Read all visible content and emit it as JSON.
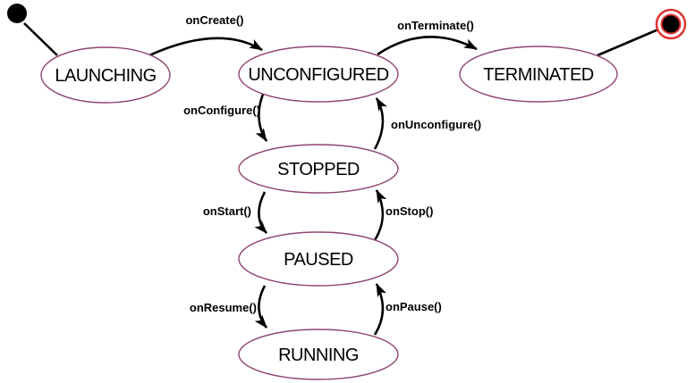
{
  "diagram": {
    "type": "state-machine",
    "states": [
      {
        "id": "launching",
        "label": "LAUNCHING"
      },
      {
        "id": "unconfigured",
        "label": "UNCONFIGURED"
      },
      {
        "id": "terminated",
        "label": "TERMINATED"
      },
      {
        "id": "stopped",
        "label": "STOPPED"
      },
      {
        "id": "paused",
        "label": "PAUSED"
      },
      {
        "id": "running",
        "label": "RUNNING"
      }
    ],
    "transitions": [
      {
        "from": "initial",
        "to": "launching",
        "label": ""
      },
      {
        "from": "launching",
        "to": "unconfigured",
        "label": "onCreate()"
      },
      {
        "from": "unconfigured",
        "to": "terminated",
        "label": "onTerminate()"
      },
      {
        "from": "terminated",
        "to": "final",
        "label": ""
      },
      {
        "from": "unconfigured",
        "to": "stopped",
        "label": "onConfigure()"
      },
      {
        "from": "stopped",
        "to": "unconfigured",
        "label": "onUnconfigure()"
      },
      {
        "from": "stopped",
        "to": "paused",
        "label": "onStart()"
      },
      {
        "from": "paused",
        "to": "stopped",
        "label": "onStop()"
      },
      {
        "from": "paused",
        "to": "running",
        "label": "onResume()"
      },
      {
        "from": "running",
        "to": "paused",
        "label": "onPause()"
      }
    ],
    "markers": {
      "initial": "filled-black-circle",
      "final": "black-circle-with-red-ring"
    },
    "colors": {
      "state_border": "#8f4571",
      "state_fill": "#ffffff",
      "final_ring_red": "#e23434",
      "line": "#000000",
      "text": "#000000",
      "background": "#ffffff"
    }
  }
}
